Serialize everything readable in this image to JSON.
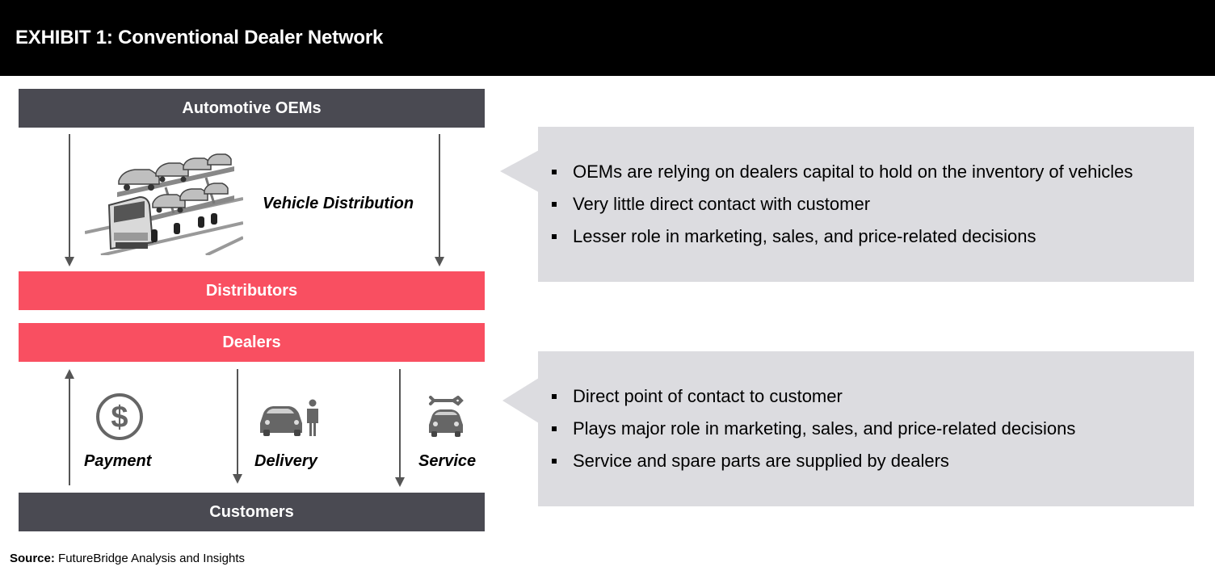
{
  "header": {
    "title": "EXHIBIT 1: Conventional Dealer Network"
  },
  "colors": {
    "dark_bar": "#4a4a52",
    "red_bar": "#f94f61",
    "callout_bg": "#dcdce0",
    "arrow": "#555555"
  },
  "flow": {
    "oems": "Automotive OEMs",
    "distribution_label": "Vehicle Distribution",
    "distributors": "Distributors",
    "dealers": "Dealers",
    "customers": "Customers",
    "payment_label": "Payment",
    "delivery_label": "Delivery",
    "service_label": "Service"
  },
  "icons": {
    "distribution": "car-carrier-truck-icon",
    "payment": "dollar-coin-icon",
    "delivery": "car-and-person-icon",
    "service": "car-wrench-icon"
  },
  "callouts": [
    {
      "bullets": [
        "OEMs are relying on dealers capital to hold on the inventory of vehicles",
        "Very little direct contact with customer",
        "Lesser role in marketing, sales, and price-related decisions"
      ]
    },
    {
      "bullets": [
        "Direct point of contact to customer",
        "Plays major role in marketing, sales, and price-related decisions",
        "Service and spare parts are supplied by dealers"
      ]
    }
  ],
  "source": {
    "label": "Source:",
    "text": "FutureBridge Analysis and Insights"
  }
}
